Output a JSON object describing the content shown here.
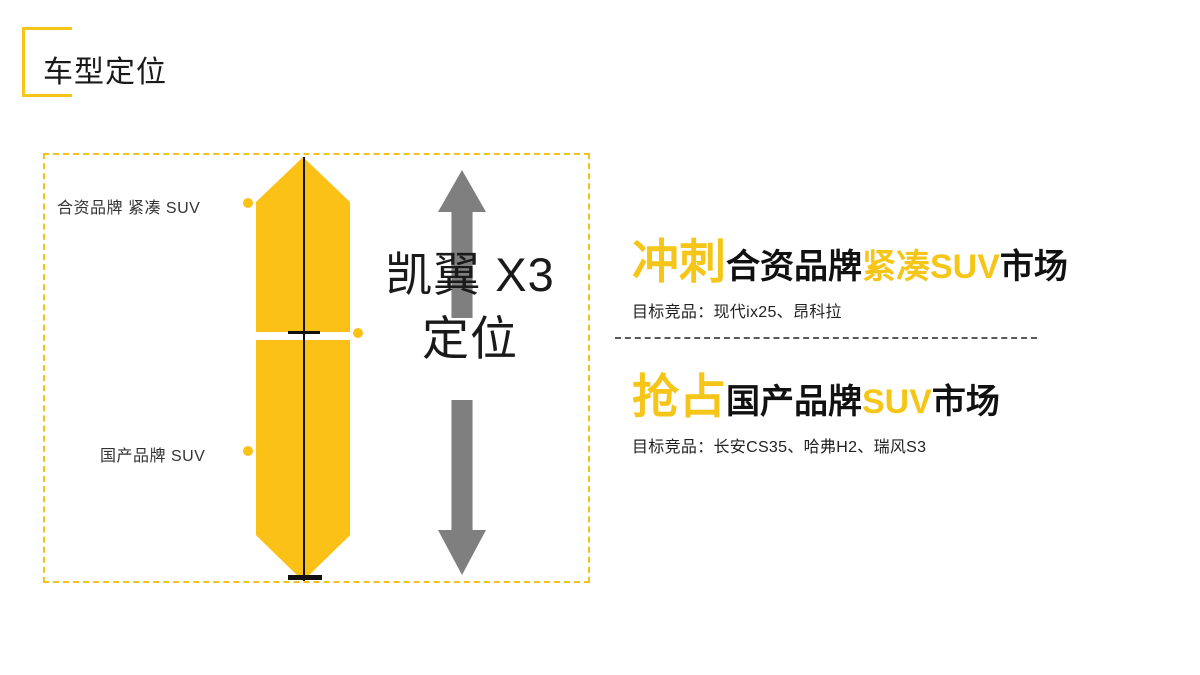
{
  "slide": {
    "title": "车型定位",
    "colors": {
      "yellow": "#FBC117",
      "yellow_text": "#F5C518",
      "gray_arrow": "#7F7F7F",
      "dark_text": "#111111"
    }
  },
  "diagram": {
    "scale_labels": {
      "top": "合资品牌 紧凑 SUV",
      "bottom": "国产品牌 SUV"
    },
    "center_title": {
      "line1": "凯翼 X3",
      "line2": "定位"
    }
  },
  "content": {
    "blocks": [
      {
        "lead": "冲刺",
        "dark1": "合资品牌",
        "yellow1": "紧凑SUV",
        "dark2": "市场",
        "sub": "目标竞品：现代ix25、昂科拉"
      },
      {
        "lead": "抢占",
        "dark1": "国产品牌",
        "yellow1": "SUV",
        "dark2": "市场",
        "sub": "目标竞品：长安CS35、哈弗H2、瑞风S3"
      }
    ]
  }
}
